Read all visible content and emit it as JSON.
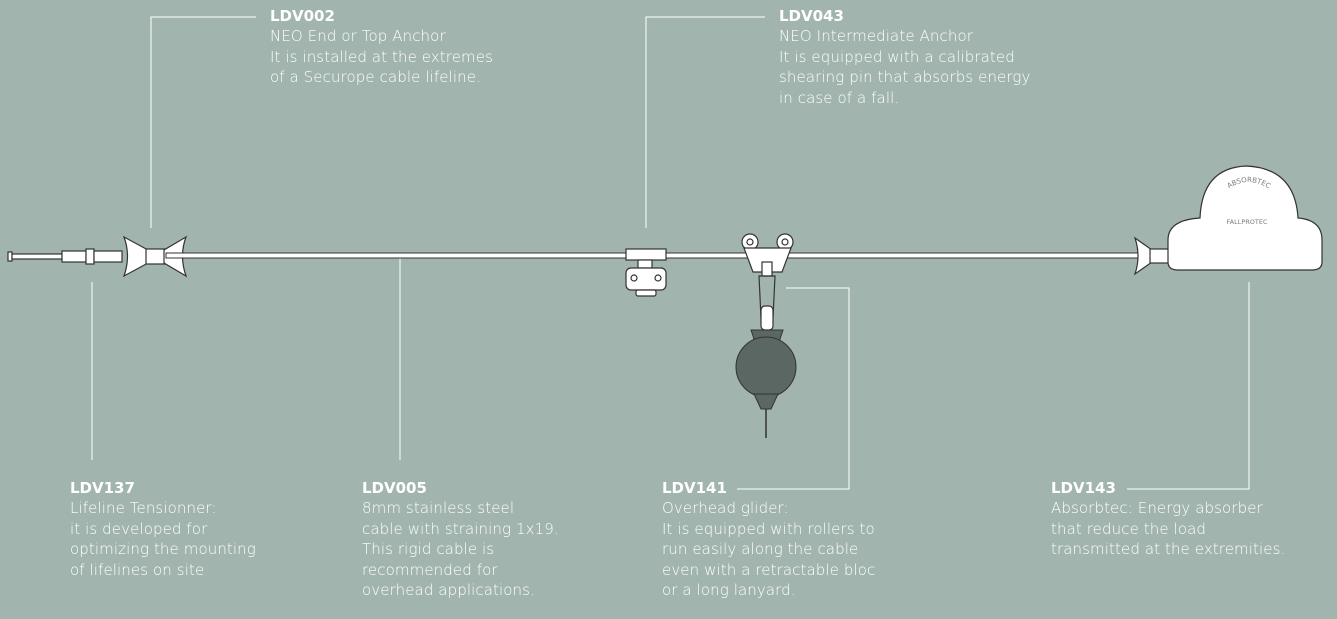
{
  "components": [
    {
      "id": "ldv002",
      "code": "LDV002",
      "description": "NEO End or Top Anchor\nIt is installed at the extremes\nof a Securope cable lifeline."
    },
    {
      "id": "ldv043",
      "code": "LDV043",
      "description": "NEO Intermediate Anchor\nIt is equipped with a calibrated\nshearing pin that absorbs energy\nin case of a fall."
    },
    {
      "id": "ldv137",
      "code": "LDV137",
      "description": "Lifeline Tensionner:\nit is developed for\noptimizing the mounting\nof lifelines on site"
    },
    {
      "id": "ldv005",
      "code": "LDV005",
      "description": "8mm stainless steel\ncable with straining 1x19.\nThis rigid cable is\nrecommended for\noverhead applications."
    },
    {
      "id": "ldv141",
      "code": "LDV141",
      "description": "Overhead glider:\nIt is equipped with rollers to\nrun easily along the cable\neven with a retractable bloc\nor a long lanyard."
    },
    {
      "id": "ldv143",
      "code": "LDV143",
      "description": "Absorbtec: Energy absorber\nthat reduce the load\ntransmitted at the extremities."
    }
  ],
  "absorber_branding": {
    "arc_text": "ABSORBTEC",
    "brand": "FALLPROTEC"
  },
  "colors": {
    "background": "#a1b4ad",
    "part_fill": "#ffffff",
    "part_stroke": "#333333",
    "leader_line": "#ffffff",
    "retractable_bloc": "#5b6762"
  }
}
